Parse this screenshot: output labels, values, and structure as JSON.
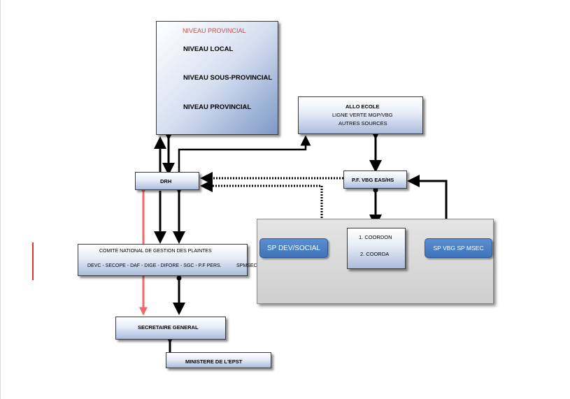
{
  "provincial_box": {
    "title": "NIVEAU  PROVINCIAL",
    "title_color": "#c0504d",
    "level_local": "NIVEAU LOCAL",
    "level_sous_provincial": "NIVEAU SOUS-PROVINCIAL",
    "level_provincial": "NIVEAU PROVINCIAL"
  },
  "allo_ecole": {
    "line1": "ALLO ECOLE",
    "line2": "LIGNE VERTE  MGP/VBG",
    "line3": "AUTRES  SOURCES"
  },
  "drh": {
    "label": "DRH"
  },
  "pf_vbg": {
    "label": "P.F. VBG EAS/HS"
  },
  "comite": {
    "line1": "COMITE  NATIONAL  DE GESTION  DES PLAINTES",
    "line2": "DEVC  -  SECOPE  -  DAF  -  DIGE  -  DIFORE  -  SGC  -  P.F  PERS.",
    "line2_tail": "SPMSEC"
  },
  "secretaire": {
    "label": "SECRETAIRE   GENERAL"
  },
  "ministere": {
    "label": "MINISTERE   DE L'EPST"
  },
  "sp_panel": {
    "sp_dev_social": "SP DEV/SOCIAL",
    "coordon": "1. COORDON",
    "coorda": "2. COORDA",
    "sp_vbg": "SP VBG  SP MSEC",
    "button_color": "#4a80c4"
  },
  "connector_colors": {
    "default": "#000000",
    "highlight": "#f06a6a"
  }
}
